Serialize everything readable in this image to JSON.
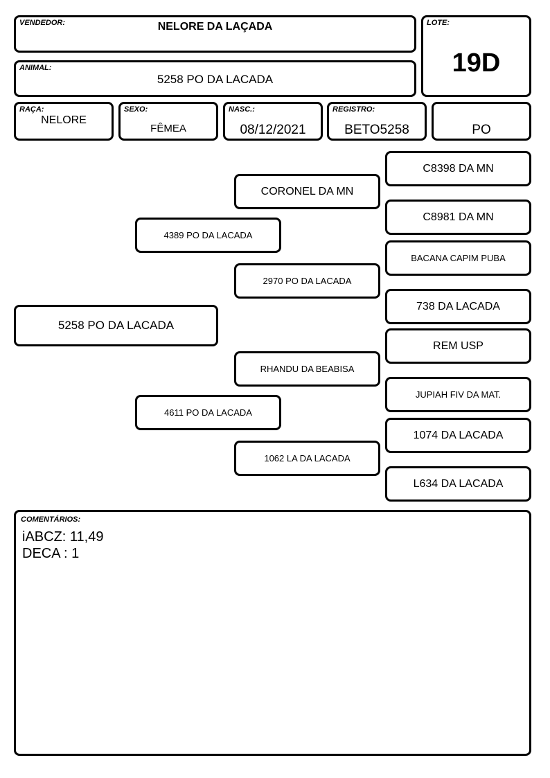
{
  "header": {
    "vendedor": {
      "label": "VENDEDOR:",
      "value": "NELORE DA LAÇADA"
    },
    "lote": {
      "label": "LOTE:",
      "value": "19D"
    },
    "animal": {
      "label": "ANIMAL:",
      "value": "5258 PO DA LACADA"
    },
    "raca": {
      "label": "RAÇA:",
      "value": "NELORE"
    },
    "sexo": {
      "label": "SEXO:",
      "value": "FÊMEA"
    },
    "nasc": {
      "label": "NASC.:",
      "value": "08/12/2021"
    },
    "registro": {
      "label": "REGISTRO:",
      "value": "BETO5258"
    },
    "categoria": {
      "value": "PO"
    }
  },
  "pedigree": {
    "animal": "5258 PO DA LACADA",
    "sire": "4389 PO DA LACADA",
    "dam": "4611 PO DA LACADA",
    "sire_sire": "CORONEL DA MN",
    "sire_dam": "2970 PO DA LACADA",
    "dam_sire": "RHANDU DA BEABISA",
    "dam_dam": "1062 LA DA LACADA",
    "ss_sire": "C8398 DA MN",
    "ss_dam": "C8981 DA MN",
    "sd_sire": "BACANA CAPIM PUBA",
    "sd_dam": "738 DA LACADA",
    "ds_sire": "REM USP",
    "ds_dam": "JUPIAH FIV DA MAT.",
    "dd_sire": "1074 DA LACADA",
    "dd_dam": "L634 DA LACADA"
  },
  "comments": {
    "label": "COMENTÁRIOS:",
    "lines": [
      "iABCZ: 11,49",
      "DECA : 1"
    ]
  }
}
